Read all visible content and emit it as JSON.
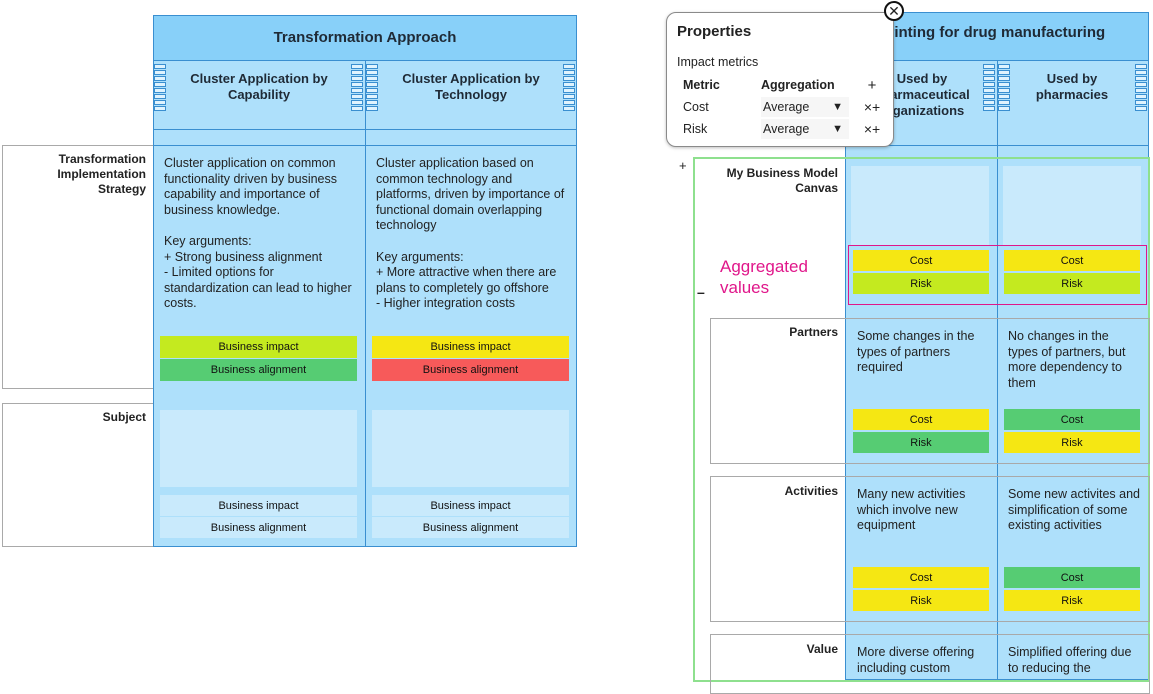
{
  "colors": {
    "yellow": "#f5e713",
    "lime": "#c4ea1f",
    "green": "#56cc73",
    "red": "#f75a5a",
    "pale": "#c9eafc",
    "highlight": "#e0168a"
  },
  "left": {
    "title": "Transformation Approach",
    "columns": [
      "Cluster Application by Capability",
      "Cluster Application by Technology"
    ],
    "rows": [
      {
        "label": "Transformation Implementation Strategy",
        "cells": [
          {
            "text": "Cluster application on common functionality driven by business capability and importance of business knowledge.",
            "args_title": "Key arguments:",
            "args": [
              "+ Strong business alignment",
              "- Limited options for standardization can lead to higher costs."
            ],
            "metrics": [
              {
                "label": "Business impact",
                "color": "lime"
              },
              {
                "label": "Business alignment",
                "color": "green"
              }
            ]
          },
          {
            "text": "Cluster application based on common technology and platforms, driven by importance of functional domain overlapping technology",
            "args_title": "Key arguments:",
            "args": [
              "+ More attractive when there are plans to completely go offshore",
              "- Higher integration costs"
            ],
            "metrics": [
              {
                "label": "Business impact",
                "color": "yellow"
              },
              {
                "label": "Business alignment",
                "color": "red"
              }
            ]
          }
        ]
      },
      {
        "label": "Subject",
        "cells": [
          {
            "metrics": [
              {
                "label": "Business impact",
                "color": "pale"
              },
              {
                "label": "Business alignment",
                "color": "pale"
              }
            ]
          },
          {
            "metrics": [
              {
                "label": "Business impact",
                "color": "pale"
              },
              {
                "label": "Business alignment",
                "color": "pale"
              }
            ]
          }
        ]
      }
    ]
  },
  "right": {
    "title": "3D printing for drug manufacturing",
    "columns": [
      "Used by pharmaceutical organizations",
      "Used by pharmacies"
    ],
    "canvas_label": "My Business Model Canvas",
    "expand_symbol": "+",
    "collapse_symbol": "–",
    "aggregated_label": "Aggregated values",
    "aggregated": [
      [
        {
          "label": "Cost",
          "color": "yellow"
        },
        {
          "label": "Risk",
          "color": "lime"
        }
      ],
      [
        {
          "label": "Cost",
          "color": "yellow"
        },
        {
          "label": "Risk",
          "color": "lime"
        }
      ]
    ],
    "rows": [
      {
        "label": "Partners",
        "cells": [
          {
            "text": "Some changes in the types of partners required",
            "metrics": [
              {
                "label": "Cost",
                "color": "yellow"
              },
              {
                "label": "Risk",
                "color": "green"
              }
            ]
          },
          {
            "text": "No changes in the types of partners, but more dependency to them",
            "metrics": [
              {
                "label": "Cost",
                "color": "green"
              },
              {
                "label": "Risk",
                "color": "yellow"
              }
            ]
          }
        ]
      },
      {
        "label": "Activities",
        "cells": [
          {
            "text": "Many new activities which involve new equipment",
            "metrics": [
              {
                "label": "Cost",
                "color": "yellow"
              },
              {
                "label": "Risk",
                "color": "yellow"
              }
            ]
          },
          {
            "text": "Some new activites and simplification of some existing activities",
            "metrics": [
              {
                "label": "Cost",
                "color": "green"
              },
              {
                "label": "Risk",
                "color": "yellow"
              }
            ]
          }
        ]
      },
      {
        "label": "Value",
        "cells": [
          {
            "text": "More diverse offering including custom"
          },
          {
            "text": "Simplified offering due to reducing the"
          }
        ]
      }
    ]
  },
  "properties": {
    "title": "Properties",
    "close_icon": "close-icon",
    "section": "Impact metrics",
    "headers": {
      "metric": "Metric",
      "aggregation": "Aggregation",
      "add": "+"
    },
    "rows": [
      {
        "metric": "Cost",
        "aggregation": "Average",
        "dropdown": "▼",
        "actions": "×+"
      },
      {
        "metric": "Risk",
        "aggregation": "Average",
        "dropdown": "▼",
        "actions": "×+"
      }
    ]
  }
}
